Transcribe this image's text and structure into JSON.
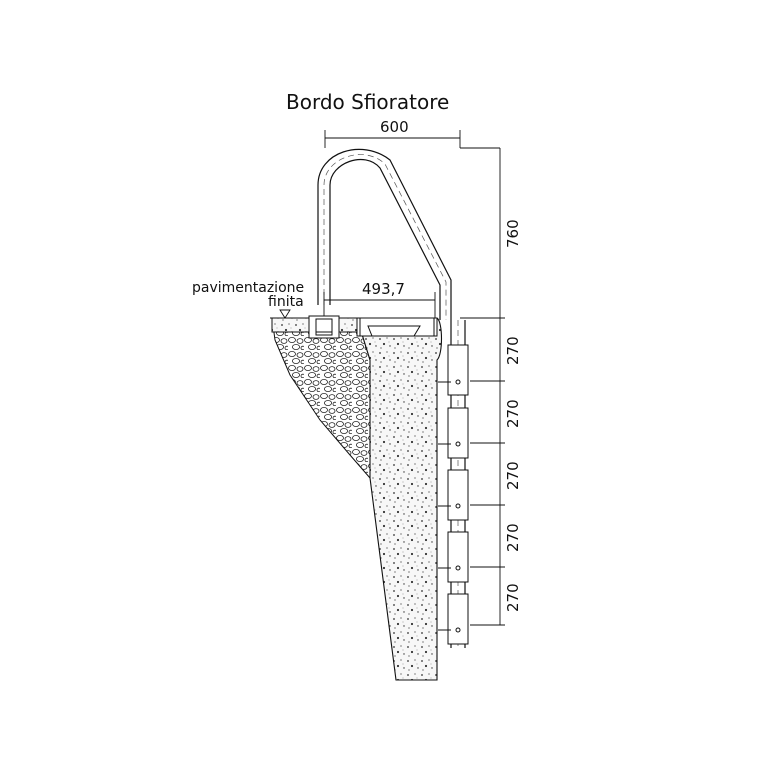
{
  "diagram": {
    "title": "Bordo Sfioratore",
    "label_floor_line1": "pavimentazione",
    "label_floor_line2": "finita",
    "dim_width_top": "600",
    "dim_reach": "493,7",
    "dim_height_handrail": "760",
    "dim_step_spacing": [
      "270",
      "270",
      "270",
      "270",
      "270"
    ]
  },
  "colors": {
    "stroke": "#111111",
    "concrete_fill": "#f7f7f7",
    "speckle": "#333333",
    "dash": "#555555"
  }
}
